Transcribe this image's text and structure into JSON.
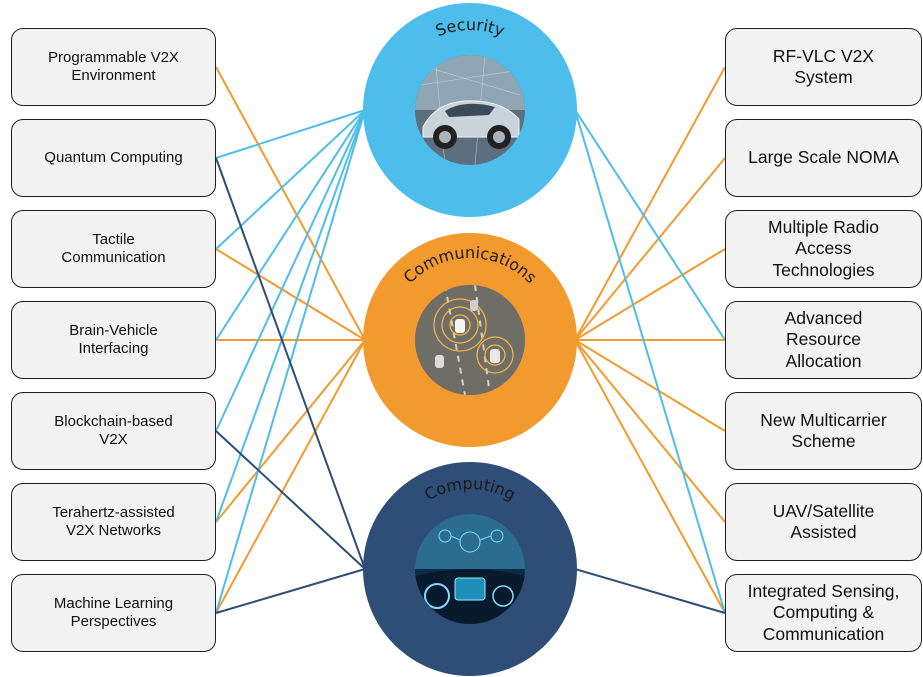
{
  "colors": {
    "security": "#4dbdec",
    "communications": "#f39a2e",
    "computing": "#2e4d77",
    "box_fill": "#f2f2f2",
    "box_border": "#1f1f1f"
  },
  "hubs": {
    "security": {
      "label": "Security"
    },
    "communications": {
      "label": "Communications"
    },
    "computing": {
      "label": "Computing"
    }
  },
  "left_items": [
    {
      "label": "Programmable V2X\nEnvironment"
    },
    {
      "label": "Quantum Computing"
    },
    {
      "label": "Tactile\nCommunication"
    },
    {
      "label": "Brain-Vehicle\nInterfacing"
    },
    {
      "label": "Blockchain-based\nV2X"
    },
    {
      "label": "Terahertz-assisted\nV2X Networks"
    },
    {
      "label": "Machine Learning\nPerspectives"
    }
  ],
  "right_items": [
    {
      "label": "RF-VLC V2X\nSystem"
    },
    {
      "label": "Large Scale NOMA"
    },
    {
      "label": "Multiple Radio\nAccess\nTechnologies"
    },
    {
      "label": "Advanced\nResource\nAllocation"
    },
    {
      "label": "New Multicarrier\nScheme"
    },
    {
      "label": "UAV/Satellite\nAssisted"
    },
    {
      "label": "Integrated Sensing,\nComputing &\nCommunication"
    }
  ],
  "connections": {
    "security": {
      "left": [
        1,
        2,
        3,
        4,
        5,
        6
      ],
      "right": [
        3,
        6
      ]
    },
    "communications": {
      "left": [
        0,
        2,
        3,
        5,
        6
      ],
      "right": [
        0,
        1,
        2,
        3,
        4,
        5,
        6
      ]
    },
    "computing": {
      "left": [
        1,
        4,
        6
      ],
      "right": [
        6
      ]
    }
  }
}
